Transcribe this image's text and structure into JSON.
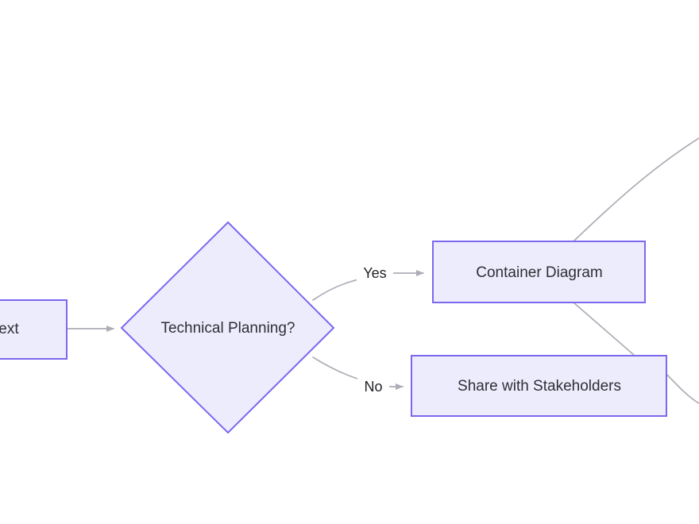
{
  "diagram": {
    "type": "flowchart",
    "orientation": "left-to-right",
    "background_color": "#ffffff",
    "node_fill_color": "#ececfd",
    "node_stroke_color": "#7c68ee",
    "node_text_color": "#2f2f35",
    "edge_color": "#adadb8",
    "edge_label_text_color": "#232329"
  },
  "nodes": {
    "system_context": {
      "label": "ntext",
      "shape": "rectangle",
      "clipped": "true"
    },
    "technical_planning": {
      "label": "Technical Planning?",
      "shape": "diamond"
    },
    "container_diagram": {
      "label": "Container Diagram",
      "shape": "rectangle"
    },
    "share_stakeholders": {
      "label": "Share with Stakeholders",
      "shape": "rectangle"
    }
  },
  "edge_labels": {
    "yes": "Yes",
    "no": "No"
  }
}
